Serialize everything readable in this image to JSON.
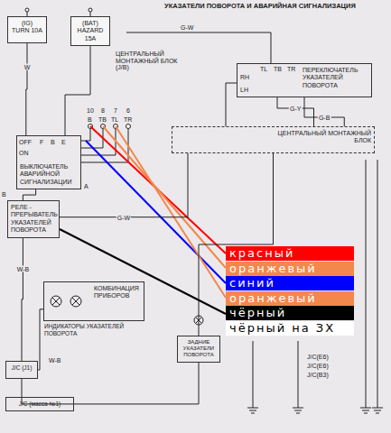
{
  "diagram": {
    "title": "УКАЗАТЕЛИ ПОВОРОТА И АВАРИЙНАЯ СИГНАЛИЗАЦИЯ",
    "nodes": [
      {
        "text": [
          "(IG)",
          "TURN 10A"
        ]
      },
      {
        "text": [
          "(BAT)",
          "HAZARD 15A"
        ]
      },
      {
        "text": [
          "ПЕРЕКЛЮЧАТЕЛЬ УКАЗАТЕЛЕЙ ПОВОРОТА"
        ]
      },
      {
        "text": [
          "ВЫКЛЮЧАТЕЛЬ АВАРИЙНОЙ СИГНАЛИЗАЦИИ"
        ]
      },
      {
        "text": [
          "РЕЛЕ - ПРЕРЫВАТЕЛЬ УКАЗАТЕЛЕЙ ПОВОРОТА"
        ]
      },
      {
        "text": [
          "ЦЕНТРАЛЬНЫЙ МОНТАЖНЫЙ БЛОК"
        ]
      },
      {
        "text": [
          "КОМБИНАЦИЯ ПРИБОРОВ",
          "ИНДИКАТОРЫ УКАЗАТЕЛЕЙ ПОВОРОТА"
        ]
      },
      {
        "text": [
          "ЗАДНИЕ УКАЗАТЕЛИ ПОВОРОТА"
        ]
      },
      {
        "text": [
          "J/C (J1)"
        ]
      },
      {
        "text": [
          "J/C (масса №1)"
        ]
      }
    ],
    "edges": [
      {
        "from": 0,
        "to": 3,
        "arrow": "none",
        "label": "W"
      },
      {
        "from": 1,
        "to": 3,
        "arrow": "none"
      },
      {
        "from": 3,
        "to": 4,
        "arrow": "none"
      },
      {
        "from": 4,
        "to": 5,
        "arrow": "none",
        "label": "G-W"
      },
      {
        "from": 2,
        "to": 5,
        "arrow": "none",
        "label": "G-Y"
      },
      {
        "from": 2,
        "to": 5,
        "arrow": "none",
        "label": "G-B"
      },
      {
        "from": 4,
        "to": 8,
        "arrow": "none",
        "label": "W-B"
      },
      {
        "from": 6,
        "to": 8,
        "arrow": "none"
      },
      {
        "from": 5,
        "to": 7,
        "arrow": "none"
      },
      {
        "from": 8,
        "to": 9,
        "arrow": "none"
      },
      {
        "from": 7,
        "to": 9,
        "arrow": "none"
      }
    ],
    "labels": [
      "ЦЕНТРАЛЬНЫЙ МОНТАЖНЫЙ БЛОК (J/B)",
      "OFF",
      "ON",
      "F",
      "B",
      "E",
      "B",
      "TB",
      "TL",
      "TR",
      "10",
      "8",
      "7",
      "6",
      "A",
      "B",
      "RH",
      "LH",
      "TL",
      "TB",
      "TR",
      "G-W",
      "W-B",
      "J/C(E6)",
      "J/C(E6)",
      "J/C(B3)"
    ],
    "legend": [
      {
        "text": "красный",
        "color": "#ff0000"
      },
      {
        "text": "оранжевый",
        "color": "#f4874b"
      },
      {
        "text": "синий",
        "color": "#0000ff"
      },
      {
        "text": "оранжевый",
        "color": "#f4874b"
      },
      {
        "text": "чёрный",
        "color": "#000000"
      },
      {
        "text": "чёрный на ЗХ",
        "color": "#ffffff"
      }
    ]
  }
}
